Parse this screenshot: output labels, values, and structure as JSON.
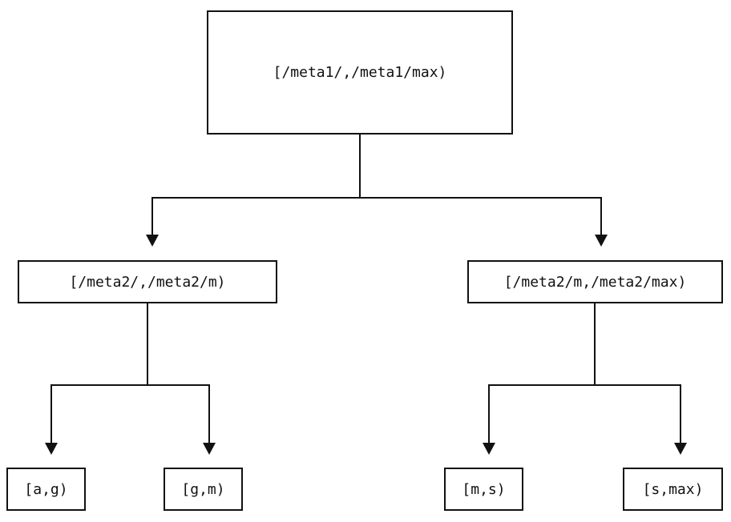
{
  "diagram": {
    "type": "tree",
    "background_color": "#ffffff",
    "line_color": "#111111",
    "node_border_color": "#111111",
    "node_text_color": "#111111",
    "nodes": {
      "root": {
        "label": "[/meta1/,/meta1/max)"
      },
      "left_mid": {
        "label": "[/meta2/,/meta2/m)"
      },
      "right_mid": {
        "label": "[/meta2/m,/meta2/max)"
      },
      "leaf_ag": {
        "label": "[a,g)"
      },
      "leaf_gm": {
        "label": "[g,m)"
      },
      "leaf_ms": {
        "label": "[m,s)"
      },
      "leaf_smax": {
        "label": "[s,max)"
      }
    },
    "edges": [
      {
        "from": "root",
        "to": "left_mid",
        "arrow": "down"
      },
      {
        "from": "root",
        "to": "right_mid",
        "arrow": "down"
      },
      {
        "from": "left_mid",
        "to": "leaf_ag",
        "arrow": "down"
      },
      {
        "from": "left_mid",
        "to": "leaf_gm",
        "arrow": "down"
      },
      {
        "from": "right_mid",
        "to": "leaf_ms",
        "arrow": "down"
      },
      {
        "from": "right_mid",
        "to": "leaf_smax",
        "arrow": "down"
      }
    ]
  }
}
